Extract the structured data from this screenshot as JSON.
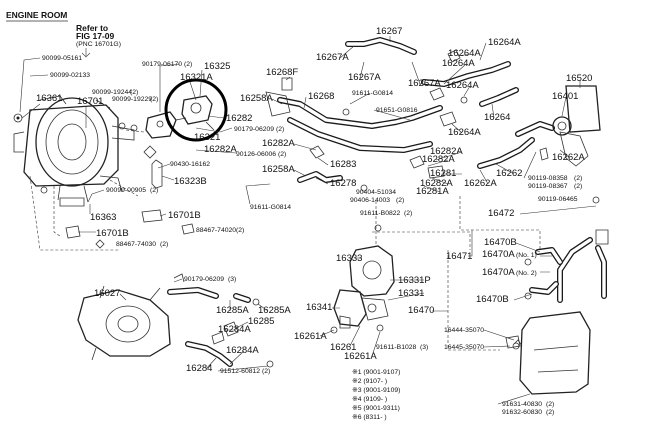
{
  "header": {
    "title": "ENGINE ROOM",
    "refer_line1": "Refer to",
    "refer_line2": "FIG 17-09",
    "refer_line3": "(PNC 16701G)"
  },
  "labels": {
    "p1": "90099-05161",
    "p2": "90099-02133",
    "p3": "16361",
    "p4": "16701",
    "p5": "90099-19244",
    "p6": "90099-19229",
    "p7": "90179-06170",
    "p8": "16325",
    "p9": "16321A",
    "p10": "16282",
    "p11": "16282A",
    "p12": "16321",
    "p13": "90179-06209",
    "p14": "90126-06006",
    "p15": "90430-16162",
    "p16": "16323B",
    "p17": "90099-00905",
    "p18": "16363",
    "p19": "16701B",
    "p20": "16701B",
    "p21": "88467-74030",
    "p22": "88467-74020",
    "p23": "16268F",
    "p24": "16258A",
    "p25": "16268",
    "p26": "16282A",
    "p27": "16258A",
    "p28": "16283",
    "p29": "16278",
    "p30": "91611-G0814",
    "p31": "16267",
    "p32": "16267A",
    "p33": "16267A",
    "p34": "16267A",
    "p35": "91611-G0814",
    "p36": "91651-G0816",
    "p37": "16264A",
    "p38": "16264A",
    "p39": "16264A",
    "p40": "16264A",
    "p41": "16264A",
    "p42": "16264",
    "p43": "16282A",
    "p44": "16282A",
    "p45": "16281",
    "p46": "16282A",
    "p47": "16281A",
    "p48": "90404-51034",
    "p49": "90406-14003",
    "p50": "91611-B0822",
    "p51": "16520",
    "p52": "16401",
    "p53": "16262A",
    "p54": "16262",
    "p55": "16262A",
    "p56": "90119-08358",
    "p57": "90119-08367",
    "p58": "90119-06465",
    "p59": "16472",
    "p60": "16470B",
    "p61": "16470A",
    "p62": "16470A",
    "p63": "16470B",
    "p64": "16471",
    "p65": "16470",
    "p66": "16333",
    "p67": "16331P",
    "p68": "16331",
    "p69": "16341",
    "p70": "16261A",
    "p71": "16261",
    "p72": "16261A",
    "p73": "91611-B1028",
    "p74": "16444-35070",
    "p75": "16445-35070",
    "p76": "16027",
    "p77": "90179-06209",
    "p78": "16285A",
    "p79": "16285A",
    "p80": "16285",
    "p81": "16284A",
    "p82": "16284A",
    "p83": "16284",
    "p84": "91512-60812",
    "p85": "91631-40830",
    "p86": "91632-60830",
    "n1": "(2)",
    "n2": "(2)",
    "n3": "(2)",
    "n4": "(2)",
    "n5": "(2)",
    "n6": "(2)",
    "n7": "(2)",
    "n8": "(2)",
    "n9": "(2)",
    "n10": "(2)",
    "n11": "(2)",
    "n12": "(2)",
    "n13": "(3)",
    "n14": "(3)",
    "n15": "(2)",
    "n16": "(2)",
    "n17": "(No. 1)",
    "n18": "(No. 2)",
    "n19": "(2)",
    "n20": "(2)",
    "n21": "(2)"
  },
  "legend": [
    "※1 (9001-9107)",
    "※2 (9107-      )",
    "※3 (9001-9109)",
    "※4 (9109-      )",
    "※5 (9001-9311)",
    "※6 (8311-      )"
  ],
  "colors": {
    "ink": "#1a1a1a",
    "paper": "#ffffff"
  }
}
